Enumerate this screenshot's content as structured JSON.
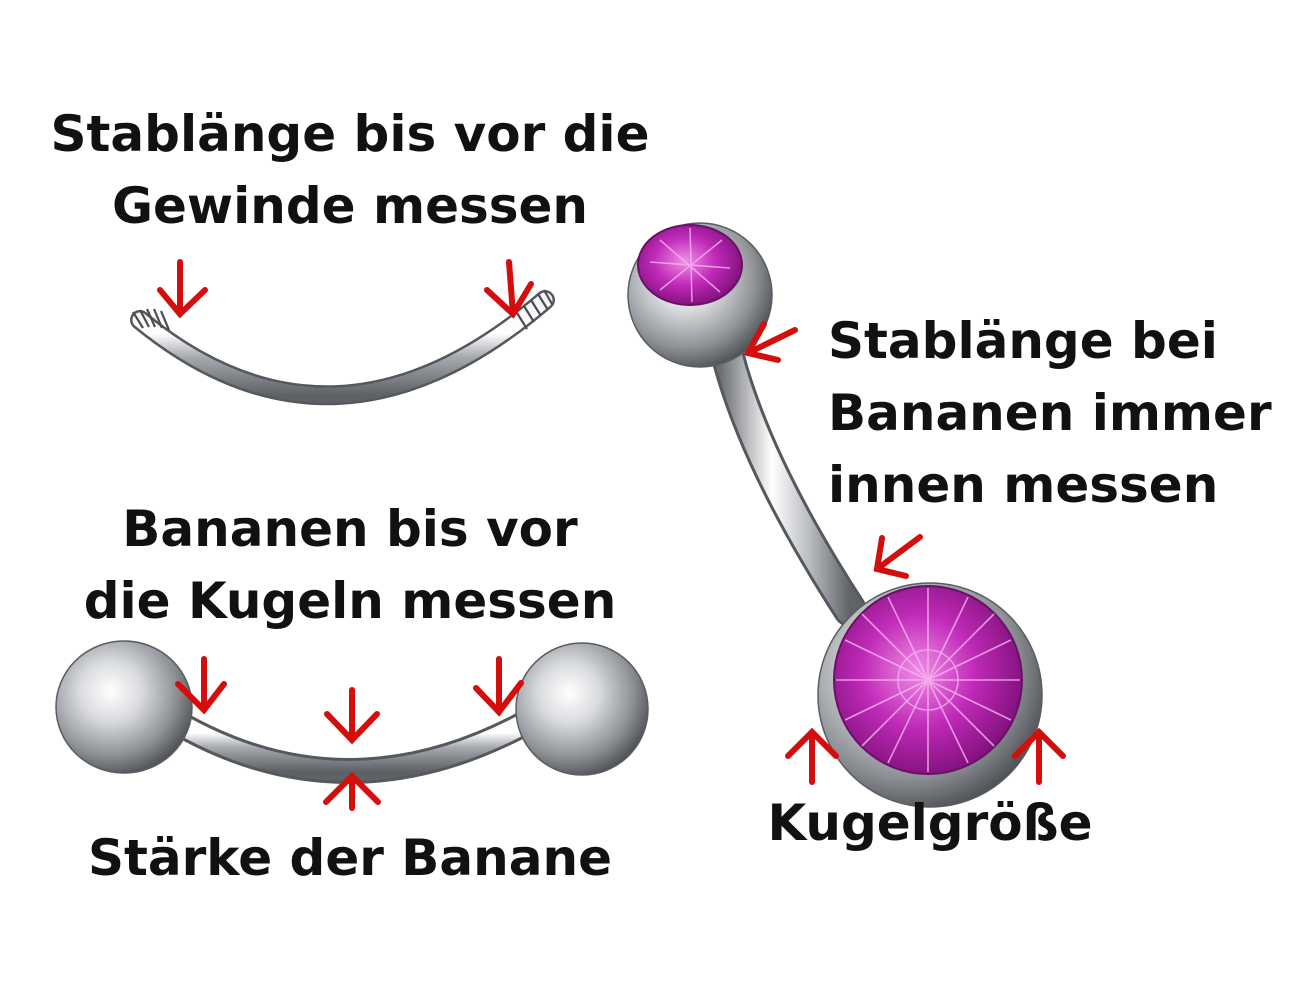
{
  "labels": {
    "threaded_bar": [
      "Stablänge bis vor die",
      "Gewinde messen"
    ],
    "banana_balls": [
      "Bananen bis vor",
      "die Kugeln messen"
    ],
    "thickness": "Stärke der Banane",
    "navel_bar": [
      "Stablänge bei",
      "Bananen immer",
      "innen messen"
    ],
    "ball_size": "Kugelgröße"
  },
  "colors": {
    "arrow": "#d40d0d",
    "gem": "#c02ab8",
    "steel": "#b9bcc0",
    "text": "#111111"
  }
}
